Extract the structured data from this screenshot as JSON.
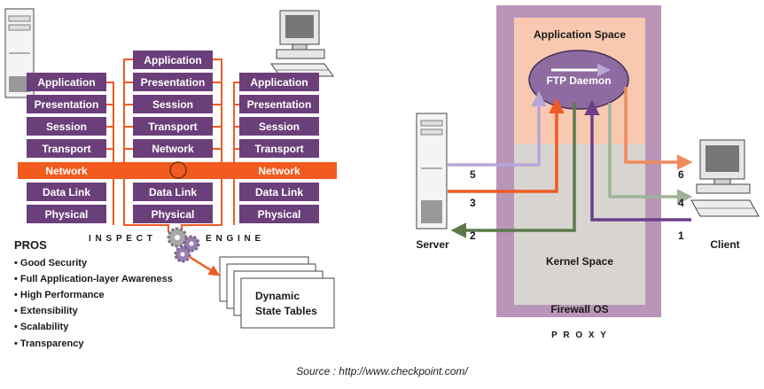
{
  "colors": {
    "layer_box": "#6b3f7a",
    "network_band": "#f25a1e",
    "inspect_arrow": "#f05a23",
    "proxy_frame": "#b995b8",
    "app_space": "#f8c8b0",
    "kernel_space": "#d8d4cf",
    "daemon": "#8e6ba0",
    "flow_lavender": "#b7a6d6",
    "flow_orange": "#f05a23",
    "flow_green": "#5b7a4a",
    "flow_purple": "#6b3f8a",
    "flow_sage": "#9fb39a",
    "flow_peach": "#f08a5a"
  },
  "icons": [
    "server-tower-icon",
    "desktop-computer-icon",
    "gears-icon"
  ],
  "inspect": {
    "left_stack": [
      "Application",
      "Presentation",
      "Session",
      "Transport"
    ],
    "center_stack": [
      "Application",
      "Presentation",
      "Session",
      "Transport",
      "Network"
    ],
    "right_stack": [
      "Application",
      "Presentation",
      "Session",
      "Transport"
    ],
    "network_left": "Network",
    "network_right": "Network",
    "lower_left": [
      "Data Link",
      "Physical"
    ],
    "lower_center": [
      "Data Link",
      "Physical"
    ],
    "lower_right": [
      "Data Link",
      "Physical"
    ],
    "engine_left": "I N S P E C T",
    "engine_right": "E N G I N E",
    "pros_title": "PROS",
    "pros": [
      "• Good Security",
      "• Full Application-layer Awareness",
      "• High Performance",
      "• Extensibility",
      "• Scalability",
      "• Transparency"
    ],
    "state_tables_line1": "Dynamic",
    "state_tables_line2": "State Tables"
  },
  "proxy": {
    "app_space": "Application Space",
    "daemon": "FTP Daemon",
    "kernel_space": "Kernel Space",
    "firewall_os": "Firewall OS",
    "caption": "P R O X Y",
    "server": "Server",
    "client": "Client",
    "numbers": {
      "n1": "1",
      "n2": "2",
      "n3": "3",
      "n4": "4",
      "n5": "5",
      "n6": "6"
    }
  },
  "source": "Source : http://www.checkpoint.com/"
}
